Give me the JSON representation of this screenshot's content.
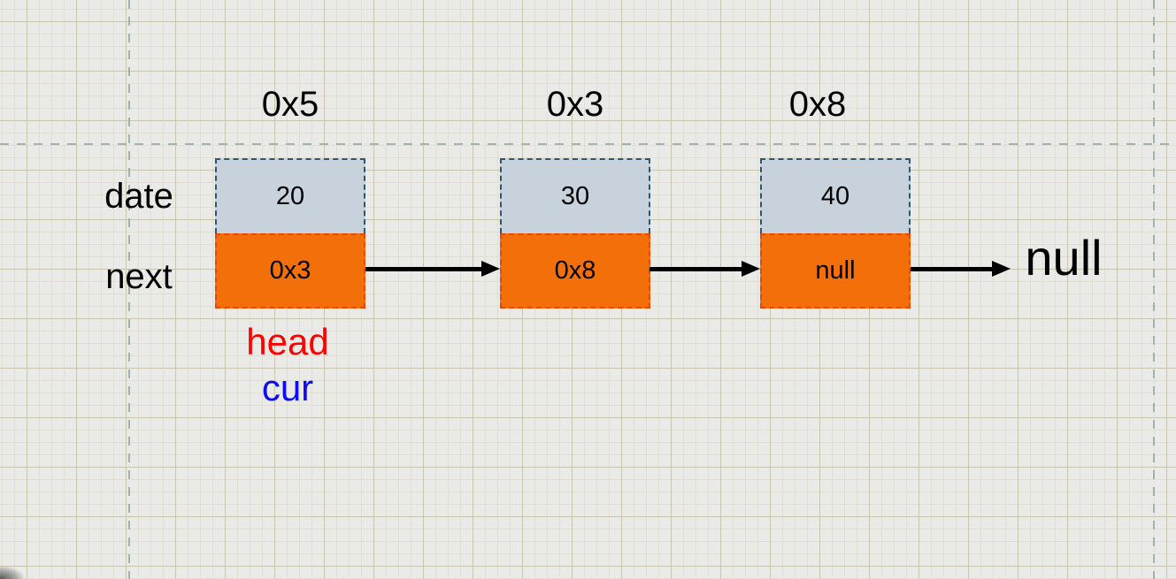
{
  "canvas": {
    "background": "#eaeae8",
    "grid_major_color": "#c8c5ae",
    "grid_minor_color": "#e0dfd6",
    "guide_color": "#a2b2ac"
  },
  "linked_list": {
    "field_labels": {
      "data": "date",
      "next": "next"
    },
    "nodes": [
      {
        "address": "0x5",
        "data": "20",
        "next": "0x3"
      },
      {
        "address": "0x3",
        "data": "30",
        "next": "0x8"
      },
      {
        "address": "0x8",
        "data": "40",
        "next": "null"
      }
    ],
    "terminator_label": "null",
    "pointer_labels": {
      "head": "head",
      "cur": "cur"
    },
    "colors": {
      "data_cell_fill": "#c8d2dc",
      "data_cell_border": "#2e5570",
      "next_cell_fill": "#f36f0a",
      "next_cell_border": "#e8470b",
      "head_label": "#ff0000",
      "cur_label": "#0d0df2",
      "arrow": "#000000",
      "text": "#000000"
    }
  }
}
